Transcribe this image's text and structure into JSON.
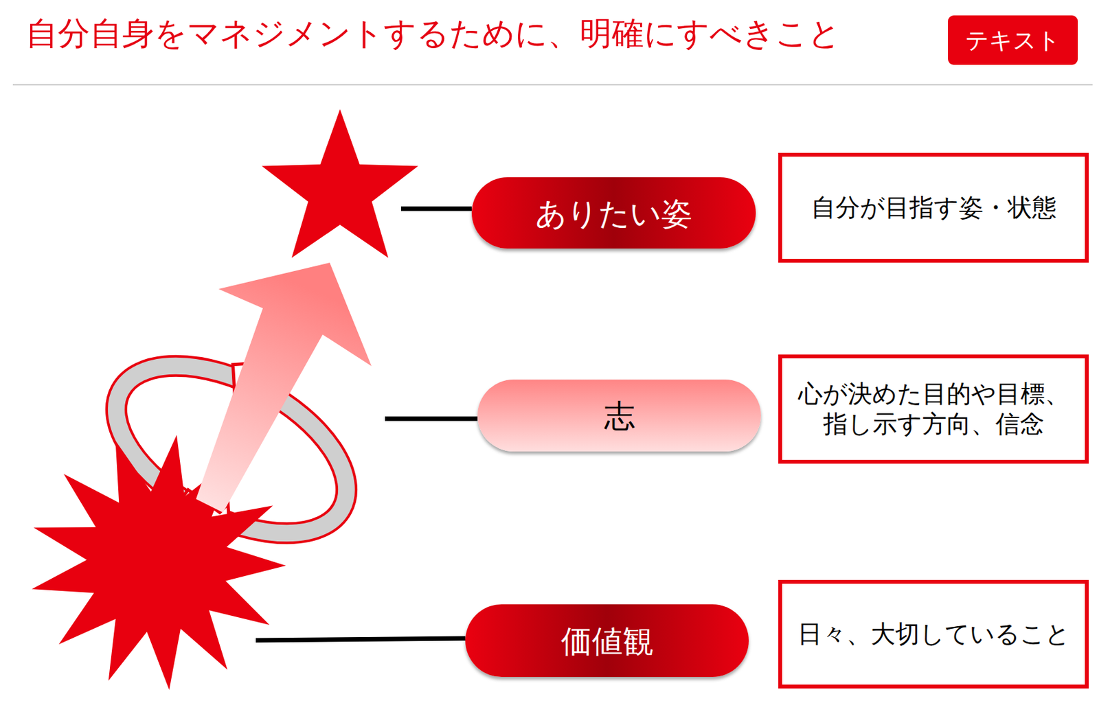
{
  "diagram": {
    "title": "自分自身をマネジメントするために、明確にすべきこと",
    "nodes": [
      {
        "text": [
          "テキスト"
        ]
      },
      {
        "text": [
          "ありたい姿"
        ]
      },
      {
        "text": [
          "自分が目指す姿・状態"
        ]
      },
      {
        "text": [
          "志"
        ]
      },
      {
        "text": [
          "心が決めた目的や目標、 指し示す方向、信念"
        ]
      },
      {
        "text": [
          "価値観"
        ]
      },
      {
        "text": [
          "日々、大切していること"
        ]
      }
    ]
  }
}
